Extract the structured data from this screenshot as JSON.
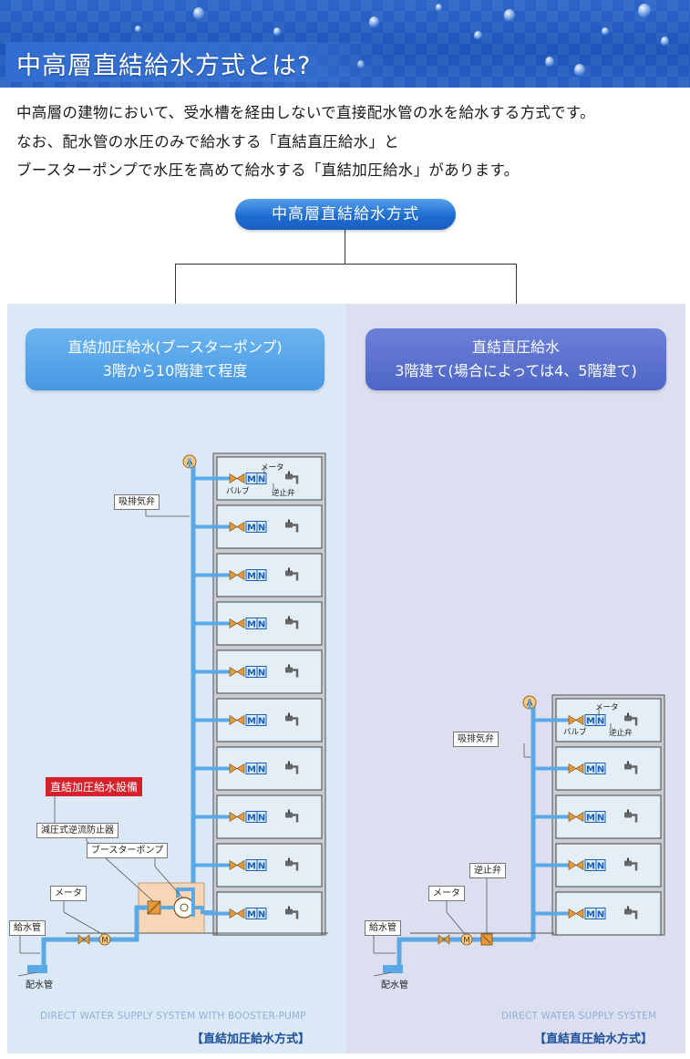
{
  "header": {
    "title": "中高層直結給水方式とは?"
  },
  "intro": {
    "line1": "中高層の建物において、受水槽を経由しないで直接配水管の水を給水する方式です。",
    "line2": "なお、配水管の水圧のみで給水する「直結直圧給水」と",
    "line3": "ブースターポンプで水圧を高めて給水する「直結加圧給水」があります。"
  },
  "tree": {
    "root_label": "中高層直結給水方式"
  },
  "left": {
    "heading_line1": "直結加圧給水(ブースターポンプ)",
    "heading_line2": "3階から10階建て程度",
    "air_valve_symbol": "A",
    "air_valve_label": "吸排気弁",
    "meter_label_top": "メータ",
    "valve_label": "バルブ",
    "check_valve_label": "逆止弁",
    "equipment_label": "直結加圧給水設備",
    "backflow_label": "減圧式逆流防止器",
    "pump_label": "ブースターポンプ",
    "meter_label": "メータ",
    "supply_pipe_label": "給水管",
    "main_pipe_label": "配水管",
    "footer_en": "DIRECT WATER SUPPLY SYSTEM WITH BOOSTER-PUMP",
    "footer_jp": "【直結加圧給水方式】",
    "floors": 10
  },
  "right": {
    "heading_line1": "直結直圧給水",
    "heading_line2": "3階建て(場合によっては4、5階建て)",
    "air_valve_symbol": "A",
    "air_valve_label": "吸排気弁",
    "meter_label_top": "メータ",
    "valve_label": "バルブ",
    "check_valve_label_top": "逆止弁",
    "check_valve_label": "逆止弁",
    "meter_label": "メータ",
    "supply_pipe_label": "給水管",
    "main_pipe_label": "配水管",
    "footer_en": "DIRECT WATER SUPPLY SYSTEM",
    "footer_jp": "【直結直圧給水方式】",
    "floors": 5
  },
  "colors": {
    "pipe": "#5aa9e6",
    "banner": "#1d54b8",
    "unit_fill": "#dbe9f6",
    "red_tag": "#d7202a"
  }
}
